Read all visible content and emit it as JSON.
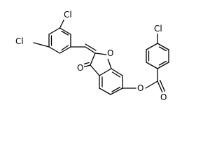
{
  "molecule": {
    "atoms": {
      "cl_top": "Cl",
      "cl_left": "Cl",
      "cl_right": "Cl",
      "o_keto": "O",
      "o_ring": "O",
      "o_ester_single": "O",
      "o_ester_double": "O"
    }
  }
}
